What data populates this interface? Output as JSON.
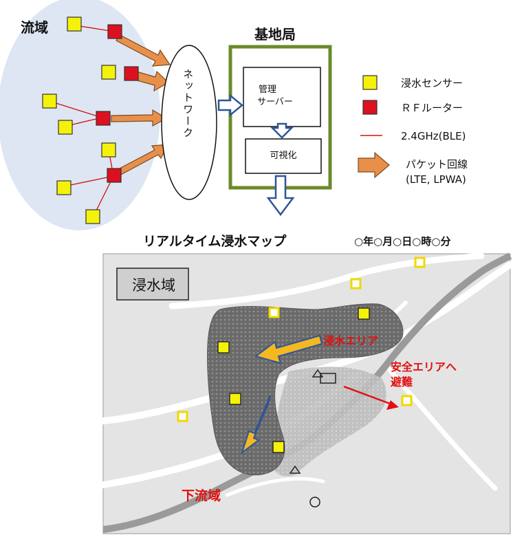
{
  "basin_label": "流域",
  "base_station_title": "基地局",
  "network_label": "ネットワーク",
  "server_label_line1": "管理",
  "server_label_line2": "サーバー",
  "visualization_label": "可視化",
  "legend": {
    "sensor": "浸水センサー",
    "router": "ＲＦルーター",
    "ble": "2.4GHz(BLE)",
    "packet_line1": "パケット回線",
    "packet_line2": "(LTE, LPWA)"
  },
  "map": {
    "title": "リアルタイム浸水マップ",
    "datetime": "○年○月○日○時○分",
    "flood_area_box": "浸水域",
    "flood_zone_label": "浸水エリア",
    "evacuate_line1": "安全エリアへ",
    "evacuate_line2": "避難",
    "downstream_label": "下流域"
  },
  "colors": {
    "sensor_yellow": "#f5f20a",
    "router_red": "#dd1020",
    "arrow_orange": "#e8904a",
    "base_station_green": "#6b8a2a",
    "flow_arrow_blue": "#2f5597",
    "label_red": "#e01010"
  }
}
